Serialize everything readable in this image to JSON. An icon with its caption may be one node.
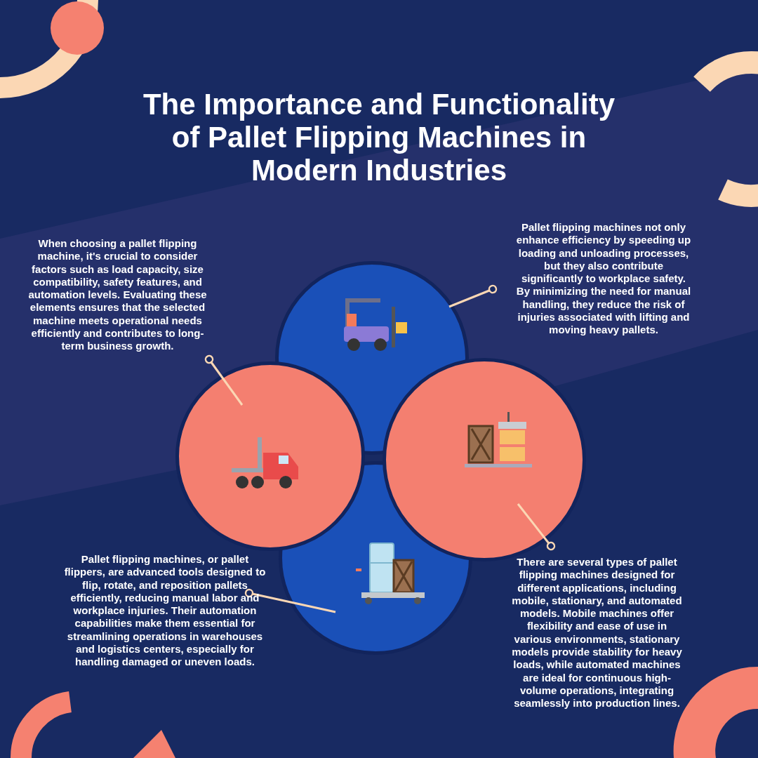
{
  "diagram": {
    "title": "The Importance and Functionality of Pallet Flipping Machines in Modern Industries",
    "nodes": [
      {
        "text": [
          "When choosing a pallet flipping machine, it's crucial to consider factors such as load capacity, size compatibility, safety features, and automation levels. Evaluating these elements ensures that the selected machine meets operational needs efficiently and contributes to long-term business growth."
        ]
      },
      {
        "text": [
          "Pallet flipping machines not only enhance efficiency by speeding up loading and unloading processes, but they also contribute significantly to workplace safety. By minimizing the need for manual handling, they reduce the risk of injuries associated with lifting and moving heavy pallets."
        ]
      },
      {
        "text": [],
        "shape": "circle"
      },
      {
        "text": [],
        "shape": "circle"
      },
      {
        "text": [],
        "shape": "circle"
      },
      {
        "text": [],
        "shape": "circle"
      },
      {
        "text": [
          "Pallet flipping machines, or pallet flippers, are advanced tools designed to flip, rotate, and reposition pallets efficiently, reducing manual labor and workplace injuries. Their automation capabilities make them essential for streamlining operations in warehouses and logistics centers, especially for handling damaged or uneven loads."
        ]
      },
      {
        "text": [
          "There are several types of pallet flipping machines designed for different applications, including mobile, stationary, and automated models. Mobile machines offer flexibility and ease of use in various environments, stationary models provide stability for heavy loads, while automated machines are ideal for continuous high-volume operations, integrating seamlessly into production lines."
        ]
      }
    ],
    "edges": [
      {
        "from": 0,
        "to": 3,
        "arrow": "other"
      },
      {
        "from": 1,
        "to": 2,
        "arrow": "other"
      },
      {
        "from": 6,
        "to": 5,
        "arrow": "other"
      },
      {
        "from": 7,
        "to": 4,
        "arrow": "other"
      }
    ]
  }
}
